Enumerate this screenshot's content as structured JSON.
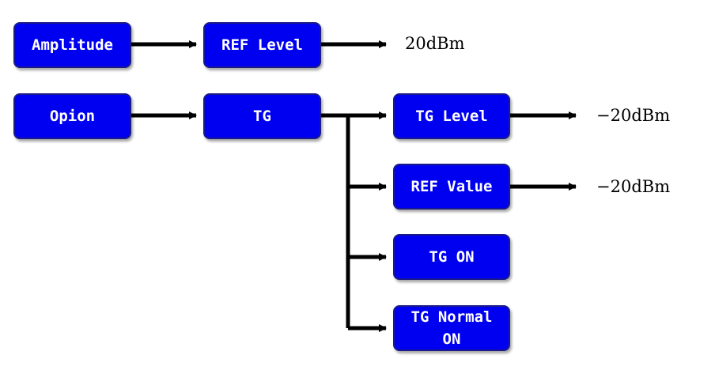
{
  "nodes": {
    "amplitude": "Amplitude",
    "ref_level": "REF Level",
    "opion": "Opion",
    "tg": "TG",
    "tg_level": "TG Level",
    "ref_value": "REF Value",
    "tg_on": "TG ON",
    "tg_normal_on": "TG Normal\nON"
  },
  "values": {
    "ref_level_value": "20dBm",
    "tg_level_value": "−20dBm",
    "ref_value_value": "−20dBm"
  },
  "colors": {
    "node_fill": "#0000f0",
    "node_text": "#ffffff",
    "connector": "#000000"
  }
}
